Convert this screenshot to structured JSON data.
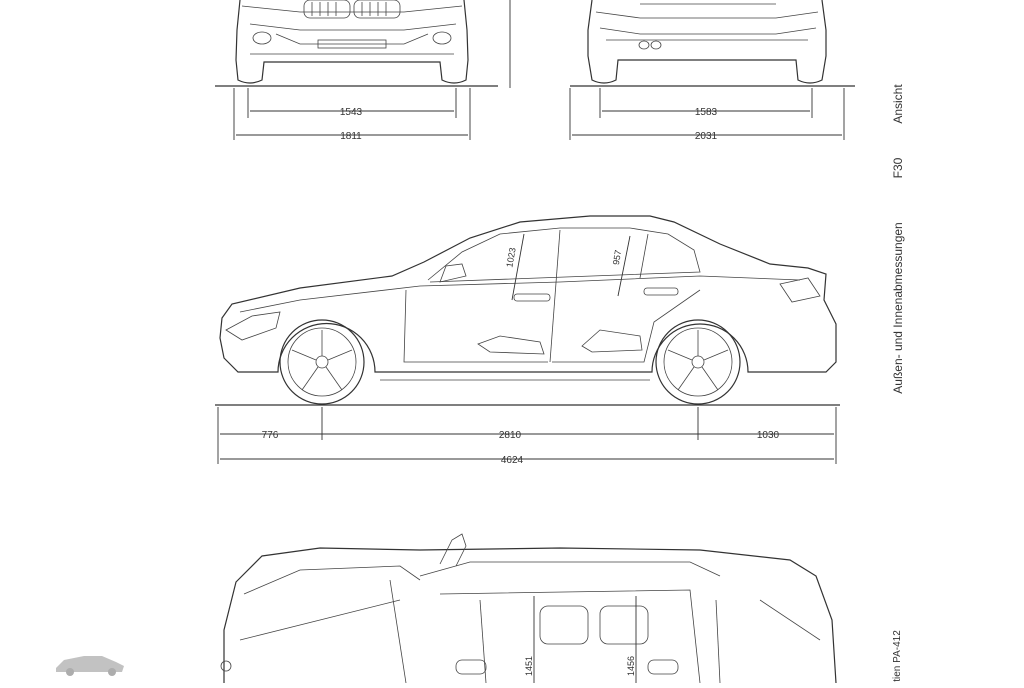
{
  "front_view": {
    "track_width": "1543",
    "overall_width": "1811"
  },
  "rear_view": {
    "track_width": "1583",
    "mirror_width": "2031"
  },
  "side_view": {
    "front_overhang": "776",
    "wheelbase": "2810",
    "rear_overhang": "1030",
    "overall_length": "4624",
    "front_headroom": "1023",
    "rear_headroom": "957"
  },
  "top_view": {
    "front_shoulder": "1451",
    "rear_shoulder": "1456"
  },
  "side_labels": {
    "view_label": "Ansicht",
    "model_code": "F30",
    "dimensions_label": "Außen- und Innenabmessungen",
    "series_label": "tien PA-412"
  },
  "watermark": {
    "icon": "car-logo-icon"
  },
  "colors": {
    "line": "#333333",
    "background": "#ffffff"
  }
}
